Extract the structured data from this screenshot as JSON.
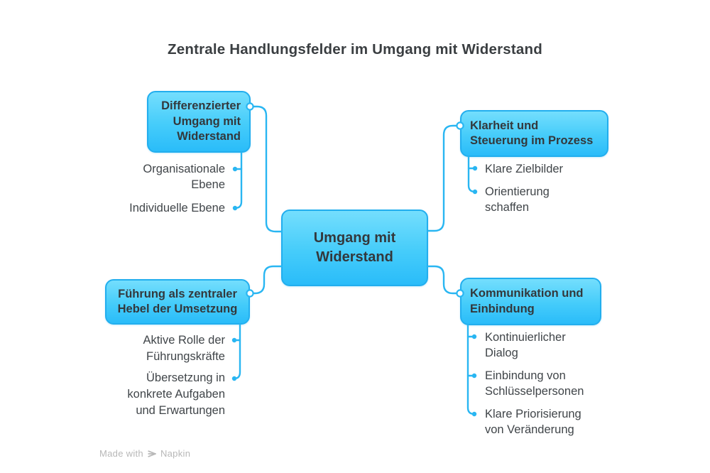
{
  "title": "Zentrale Handlungsfelder im Umgang mit Widerstand",
  "center_node": {
    "lines": [
      "Umgang mit",
      "Widerstand"
    ]
  },
  "branches": [
    {
      "title_lines": [
        "Differenzierter",
        "Umgang mit",
        "Widerstand"
      ],
      "items": [
        {
          "lines": [
            "Organisationale",
            "Ebene"
          ]
        },
        {
          "lines": [
            "Individuelle Ebene"
          ]
        }
      ]
    },
    {
      "title_lines": [
        "Klarheit und",
        "Steuerung im Prozess"
      ],
      "items": [
        {
          "lines": [
            "Klare Zielbilder"
          ]
        },
        {
          "lines": [
            "Orientierung",
            "schaffen"
          ]
        }
      ]
    },
    {
      "title_lines": [
        "Führung als zentraler",
        "Hebel der Umsetzung"
      ],
      "items": [
        {
          "lines": [
            "Aktive Rolle der",
            "Führungskräfte"
          ]
        },
        {
          "lines": [
            "Übersetzung in",
            "konkrete Aufgaben",
            "und Erwartungen"
          ]
        }
      ]
    },
    {
      "title_lines": [
        "Kommunikation und",
        "Einbindung"
      ],
      "items": [
        {
          "lines": [
            "Kontinuierlicher",
            "Dialog"
          ]
        },
        {
          "lines": [
            "Einbindung von",
            "Schlüsselpersonen"
          ]
        },
        {
          "lines": [
            "Klare Priorisierung",
            "von Veränderung"
          ]
        }
      ]
    }
  ],
  "watermark": {
    "prefix": "Made with",
    "brand": "Napkin",
    "logo_icon": "napkin-logo-icon"
  },
  "colors": {
    "accent_line": "#29b6f2",
    "node_gradient_top": "#74defd",
    "node_gradient_bottom": "#2abcf9",
    "node_border": "#22aeee",
    "title_text": "#3a3e41",
    "node_text": "#33383c",
    "leaf_text": "#404549",
    "watermark_text": "#b7b7b7"
  }
}
